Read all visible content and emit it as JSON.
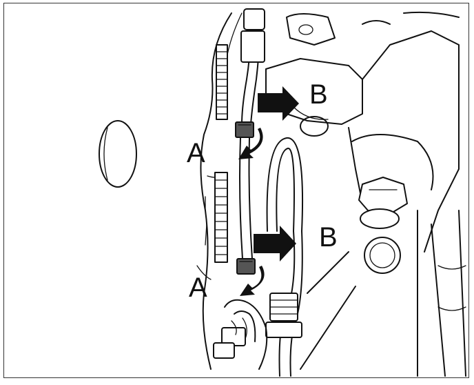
{
  "labels": {
    "left_top": "A",
    "left_bottom": "A",
    "right_top": "B",
    "right_bottom": "B"
  },
  "colors": {
    "line": "#111111",
    "connector": "#555555",
    "arrow": "#111111",
    "border": "#333333"
  }
}
